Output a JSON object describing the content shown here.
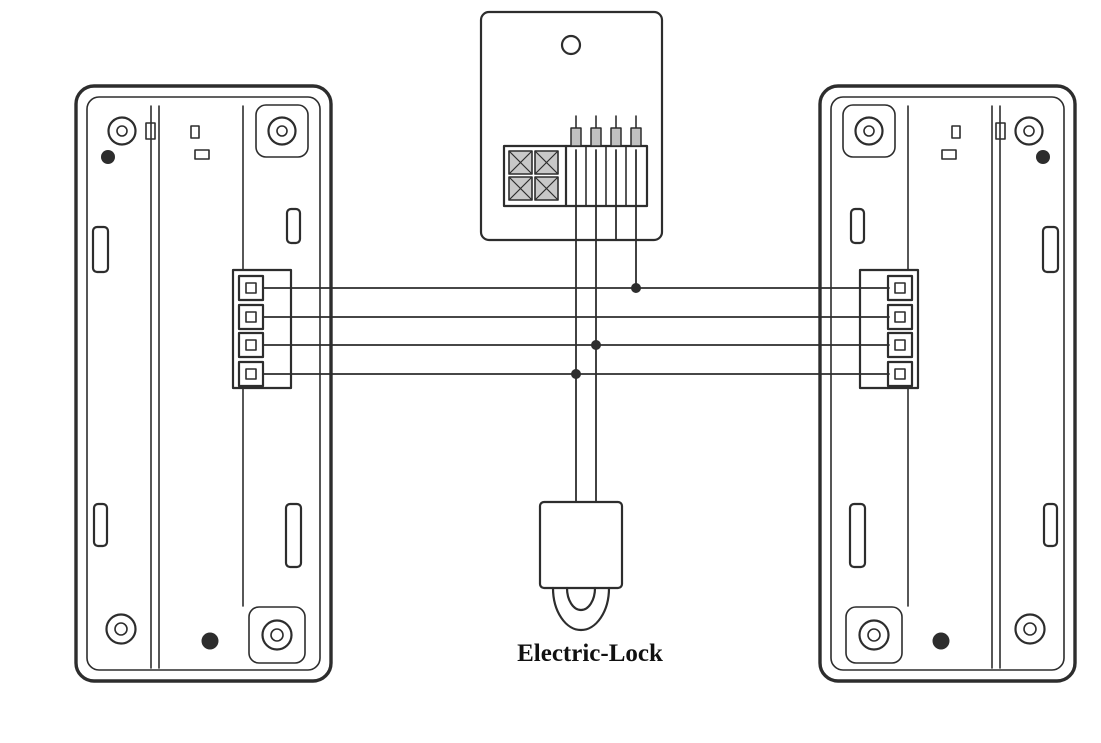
{
  "diagram": {
    "labels": {
      "electric_lock": "Electric-Lock"
    },
    "components": [
      {
        "name": "left-door-station",
        "type": "intercom-unit-back-panel"
      },
      {
        "name": "junction-box",
        "type": "terminal-box"
      },
      {
        "name": "right-door-station",
        "type": "intercom-unit-back-panel"
      },
      {
        "name": "electric-lock",
        "type": "lock"
      }
    ],
    "wiring": {
      "horizontal_wires": 4,
      "junction_dots": 3,
      "lock_wires": 2,
      "junction_box_terminals": 4,
      "station_terminals_each": 4
    },
    "colors": {
      "line": "#2d2d2d",
      "background": "#ffffff",
      "label": "#111111",
      "screw_fill": "#c0c0c0"
    }
  }
}
